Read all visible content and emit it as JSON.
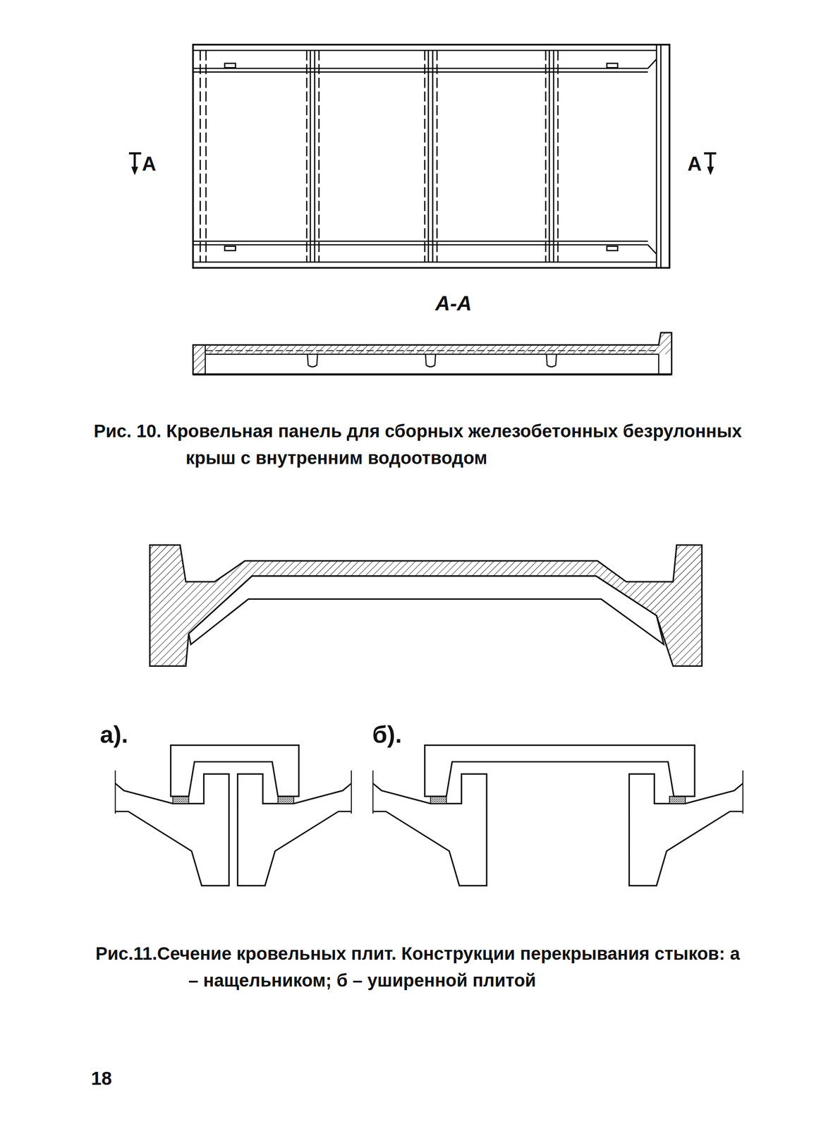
{
  "diagram": {
    "labels": [
      "А",
      "А",
      "А-А",
      "Рис. 10. Кровельная панель для сборных железобетонных безрулонных крыш с внутренним водоотводом",
      "а).",
      "б).",
      "Рис.11.Сечение кровельных плит. Конструкции перекрывания стыков: а – нащельником; б – уширенной плитой",
      "18"
    ]
  }
}
